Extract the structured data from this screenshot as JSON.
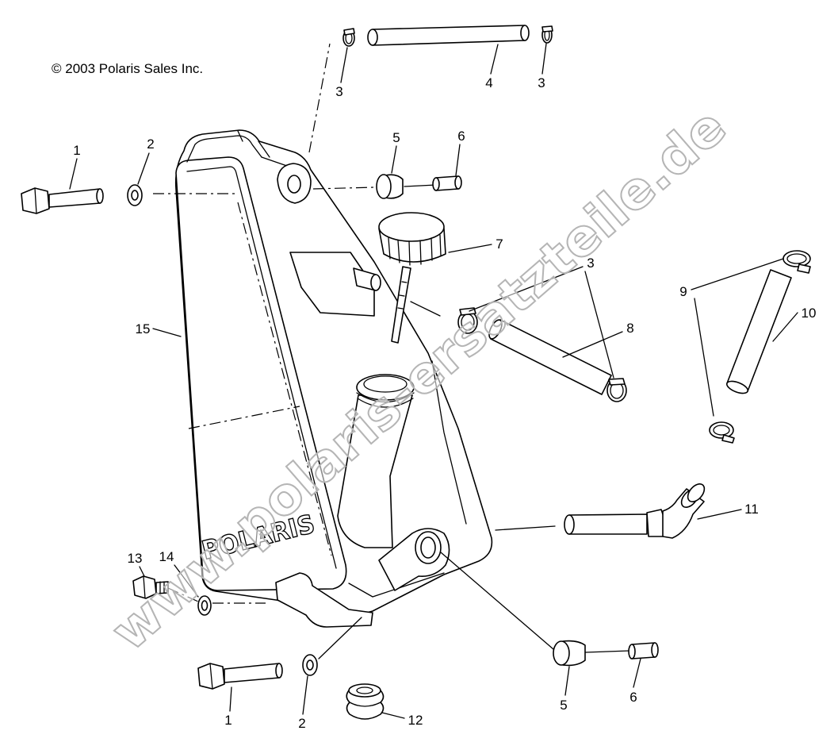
{
  "copyright": "© 2003 Polaris Sales Inc.",
  "logo_text": "POLARIS",
  "watermark": "www.polaris-ersatzteile.de",
  "colors": {
    "line": "#000000",
    "background": "#ffffff",
    "watermark": "#b5b5b5"
  },
  "callouts": [
    "1",
    "2",
    "3",
    "4",
    "3",
    "5",
    "6",
    "7",
    "3",
    "8",
    "9",
    "10",
    "15",
    "11",
    "13",
    "14",
    "1",
    "2",
    "12",
    "5",
    "6"
  ]
}
